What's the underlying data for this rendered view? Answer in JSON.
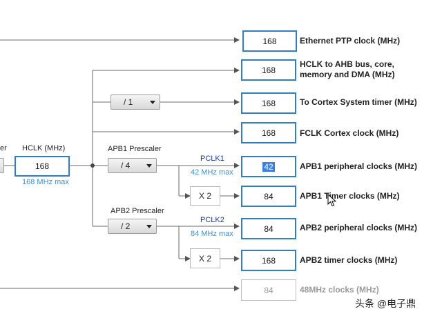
{
  "hclk": {
    "title": "HCLK (MHz)",
    "value": "168",
    "max": "168 MHz max"
  },
  "left_partial_label": "er",
  "apb1": {
    "title": "APB1 Prescaler",
    "prescaler": "/ 4",
    "pclk": "PCLK1",
    "max": "42 MHz max",
    "multiplier": "X 2"
  },
  "apb2": {
    "title": "APB2 Prescaler",
    "prescaler": "/ 2",
    "pclk": "PCLK2",
    "max": "84 MHz max",
    "multiplier": "X 2"
  },
  "cortex_prescaler": "/ 1",
  "outputs": [
    {
      "value": "168",
      "label": "Ethernet PTP clock (MHz)"
    },
    {
      "value": "168",
      "label_line1": "HCLK to AHB bus, core,",
      "label_line2": "memory and DMA (MHz)"
    },
    {
      "value": "168",
      "label": "To Cortex System timer (MHz)"
    },
    {
      "value": "168",
      "label": "FCLK Cortex clock (MHz)"
    },
    {
      "value": "42",
      "label": "APB1 peripheral clocks (MHz)"
    },
    {
      "value": "84",
      "label": "APB1 Timer clocks (MHz)"
    },
    {
      "value": "84",
      "label": "APB2 peripheral clocks (MHz)"
    },
    {
      "value": "168",
      "label": "APB2 timer clocks (MHz)"
    },
    {
      "value": "84",
      "label": "48MHz clocks (MHz)"
    }
  ],
  "watermark": "头条 @电子鼎",
  "colors": {
    "box_border": "#2f7fc1",
    "max_text": "#3b8fd1",
    "pclk_text": "#1a3a8c",
    "disabled": "#9a9a9a"
  }
}
